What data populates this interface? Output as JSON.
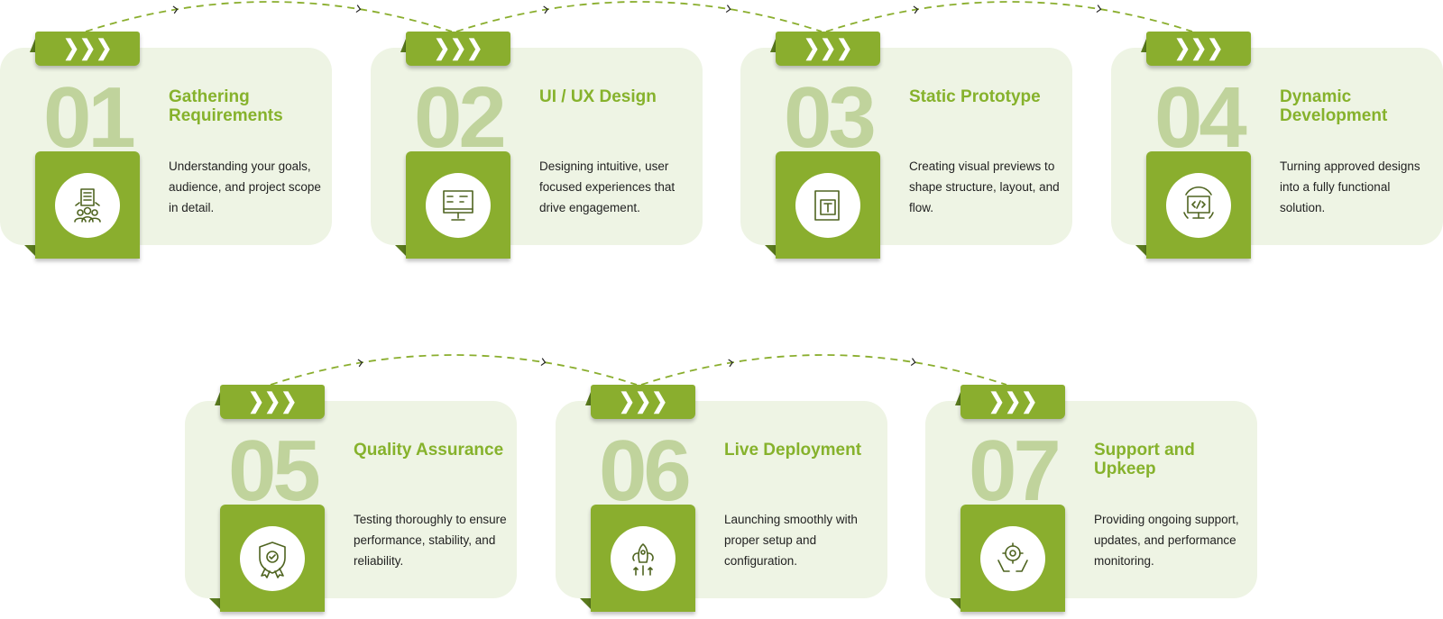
{
  "colors": {
    "accent": "#8aae2e",
    "title": "#86b22c",
    "card_bg": "#eef4e4",
    "number": "#c0d39c",
    "fold": "#5a7a1e"
  },
  "tab_glyph": "❯❯❯",
  "steps": [
    {
      "number": "01",
      "title": "Gathering Requirements",
      "description": "Understanding your goals, audience, and project scope in detail.",
      "icon": "requirements-team-icon"
    },
    {
      "number": "02",
      "title": "UI / UX Design",
      "description": "Designing intuitive, user focused experiences that drive engagement.",
      "icon": "ux-ui-monitor-icon"
    },
    {
      "number": "03",
      "title": "Static Prototype",
      "description": "Creating visual previews to shape structure, layout, and flow.",
      "icon": "prototype-text-frame-icon"
    },
    {
      "number": "04",
      "title": "Dynamic Development",
      "description": "Turning approved designs into a fully functional solution.",
      "icon": "code-monitor-icon"
    },
    {
      "number": "05",
      "title": "Quality Assurance",
      "description": "Testing thoroughly to ensure performance, stability, and reliability.",
      "icon": "quality-shield-badge-icon"
    },
    {
      "number": "06",
      "title": "Live Deployment",
      "description": "Launching smoothly with proper setup and configuration.",
      "icon": "rocket-cloud-icon"
    },
    {
      "number": "07",
      "title": "Support and Upkeep",
      "description": "Providing ongoing support, updates, and performance monitoring.",
      "icon": "gear-hands-icon"
    }
  ]
}
